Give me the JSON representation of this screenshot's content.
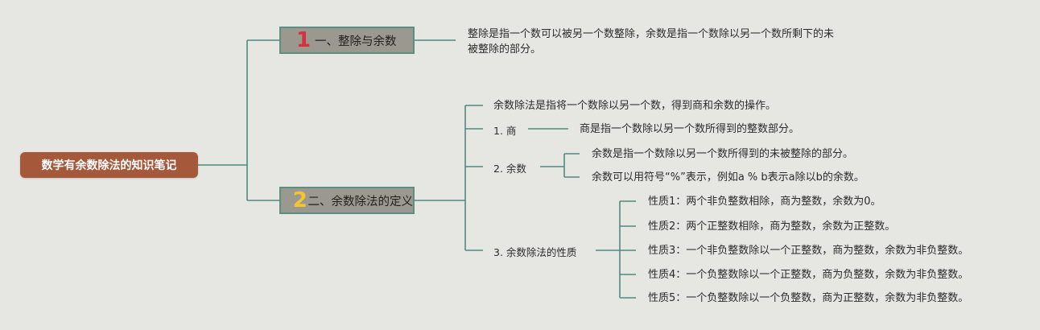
{
  "root": "数学有余数除法的知识笔记",
  "branches": [
    {
      "number": "1",
      "label": "一、整除与余数",
      "definition": [
        "整除是指一个数可以被另一个数整除，余数是指一个数除以另一个数所剩下的未",
        "被整除的部分。"
      ]
    },
    {
      "number": "2",
      "label": "二、余数除法的定义",
      "intro": "余数除法是指将一个数除以另一个数，得到商和余数的操作。",
      "items": [
        {
          "label": "1. 商",
          "details": [
            "商是指一个数除以另一个数所得到的整数部分。"
          ]
        },
        {
          "label": "2. 余数",
          "details": [
            "余数是指一个数除以另一个数所得到的未被整除的部分。",
            "余数可以用符号“%”表示，例如a % b表示a除以b的余数。"
          ]
        },
        {
          "label": "3. 余数除法的性质",
          "details": [
            "性质1：两个非负整数相除，商为整数，余数为0。",
            "性质2：两个正整数相除，商为整数，余数为正整数。",
            "性质3：一个非负整数除以一个正整数，商为整数，余数为非负整数。",
            "性质4：一个负整数除以一个正整数，商为负整数，余数为非负整数。",
            "性质5：一个负整数除以一个负整数，商为正整数，余数为非负整数。"
          ]
        }
      ]
    }
  ],
  "colors": {
    "connector": "#4e8a80",
    "root_fill": "#a5583a",
    "branch_fill": "#9b9890",
    "number1": "#d6323c",
    "number2": "#f2c631"
  }
}
